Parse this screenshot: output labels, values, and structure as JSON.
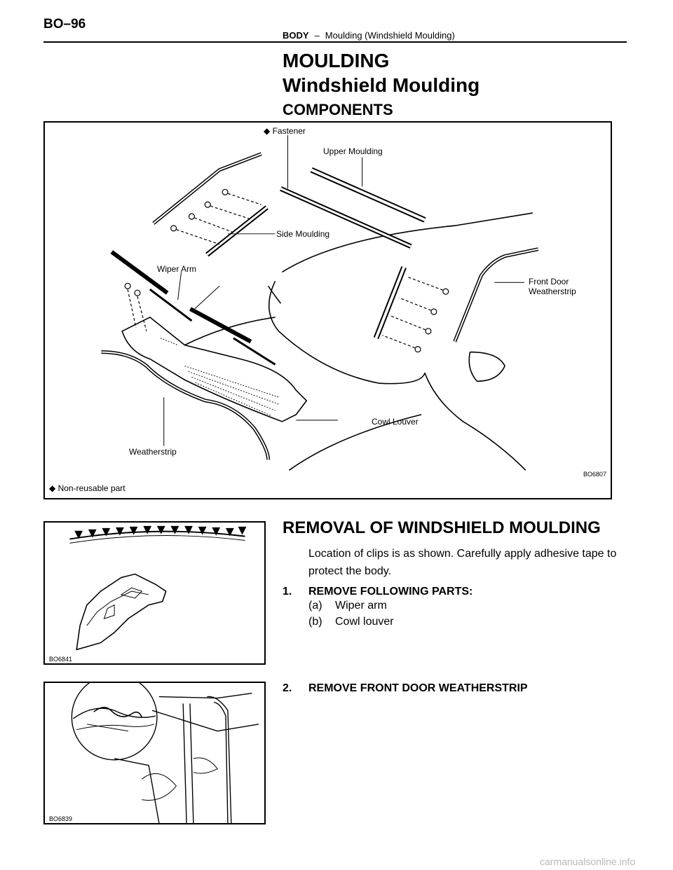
{
  "header": {
    "page_code": "BO–96",
    "section": "BODY",
    "separator": "–",
    "subtitle": "Moulding (Windshield Moulding)"
  },
  "titles": {
    "title1": "MOULDING",
    "title2": "Windshield Moulding",
    "title3": "COMPONENTS"
  },
  "figure1": {
    "code": "BO6807",
    "callouts": {
      "fastener": "◆ Fastener",
      "upper": "Upper Moulding",
      "side": "Side Moulding",
      "wiper": "Wiper Arm",
      "front_door_1": "Front Door",
      "front_door_2": "Weatherstrip",
      "cowl": "Cowl Louver",
      "weatherstrip": "Weatherstrip",
      "nonreusable": "◆ Non-reusable part"
    }
  },
  "removal": {
    "heading": "REMOVAL OF WINDSHIELD MOULDING",
    "intro": "Location of clips is as shown. Carefully apply adhesive tape to protect the body.",
    "steps": [
      {
        "num": "1.",
        "text": "REMOVE FOLLOWING PARTS:",
        "subs": [
          {
            "num": "(a)",
            "text": "Wiper arm"
          },
          {
            "num": "(b)",
            "text": "Cowl louver"
          }
        ]
      },
      {
        "num": "2.",
        "text": "REMOVE FRONT DOOR WEATHERSTRIP"
      }
    ]
  },
  "figure2": {
    "code": "BO6841"
  },
  "figure3": {
    "code": "BO6839"
  },
  "watermark": "carmanualsonline.info"
}
